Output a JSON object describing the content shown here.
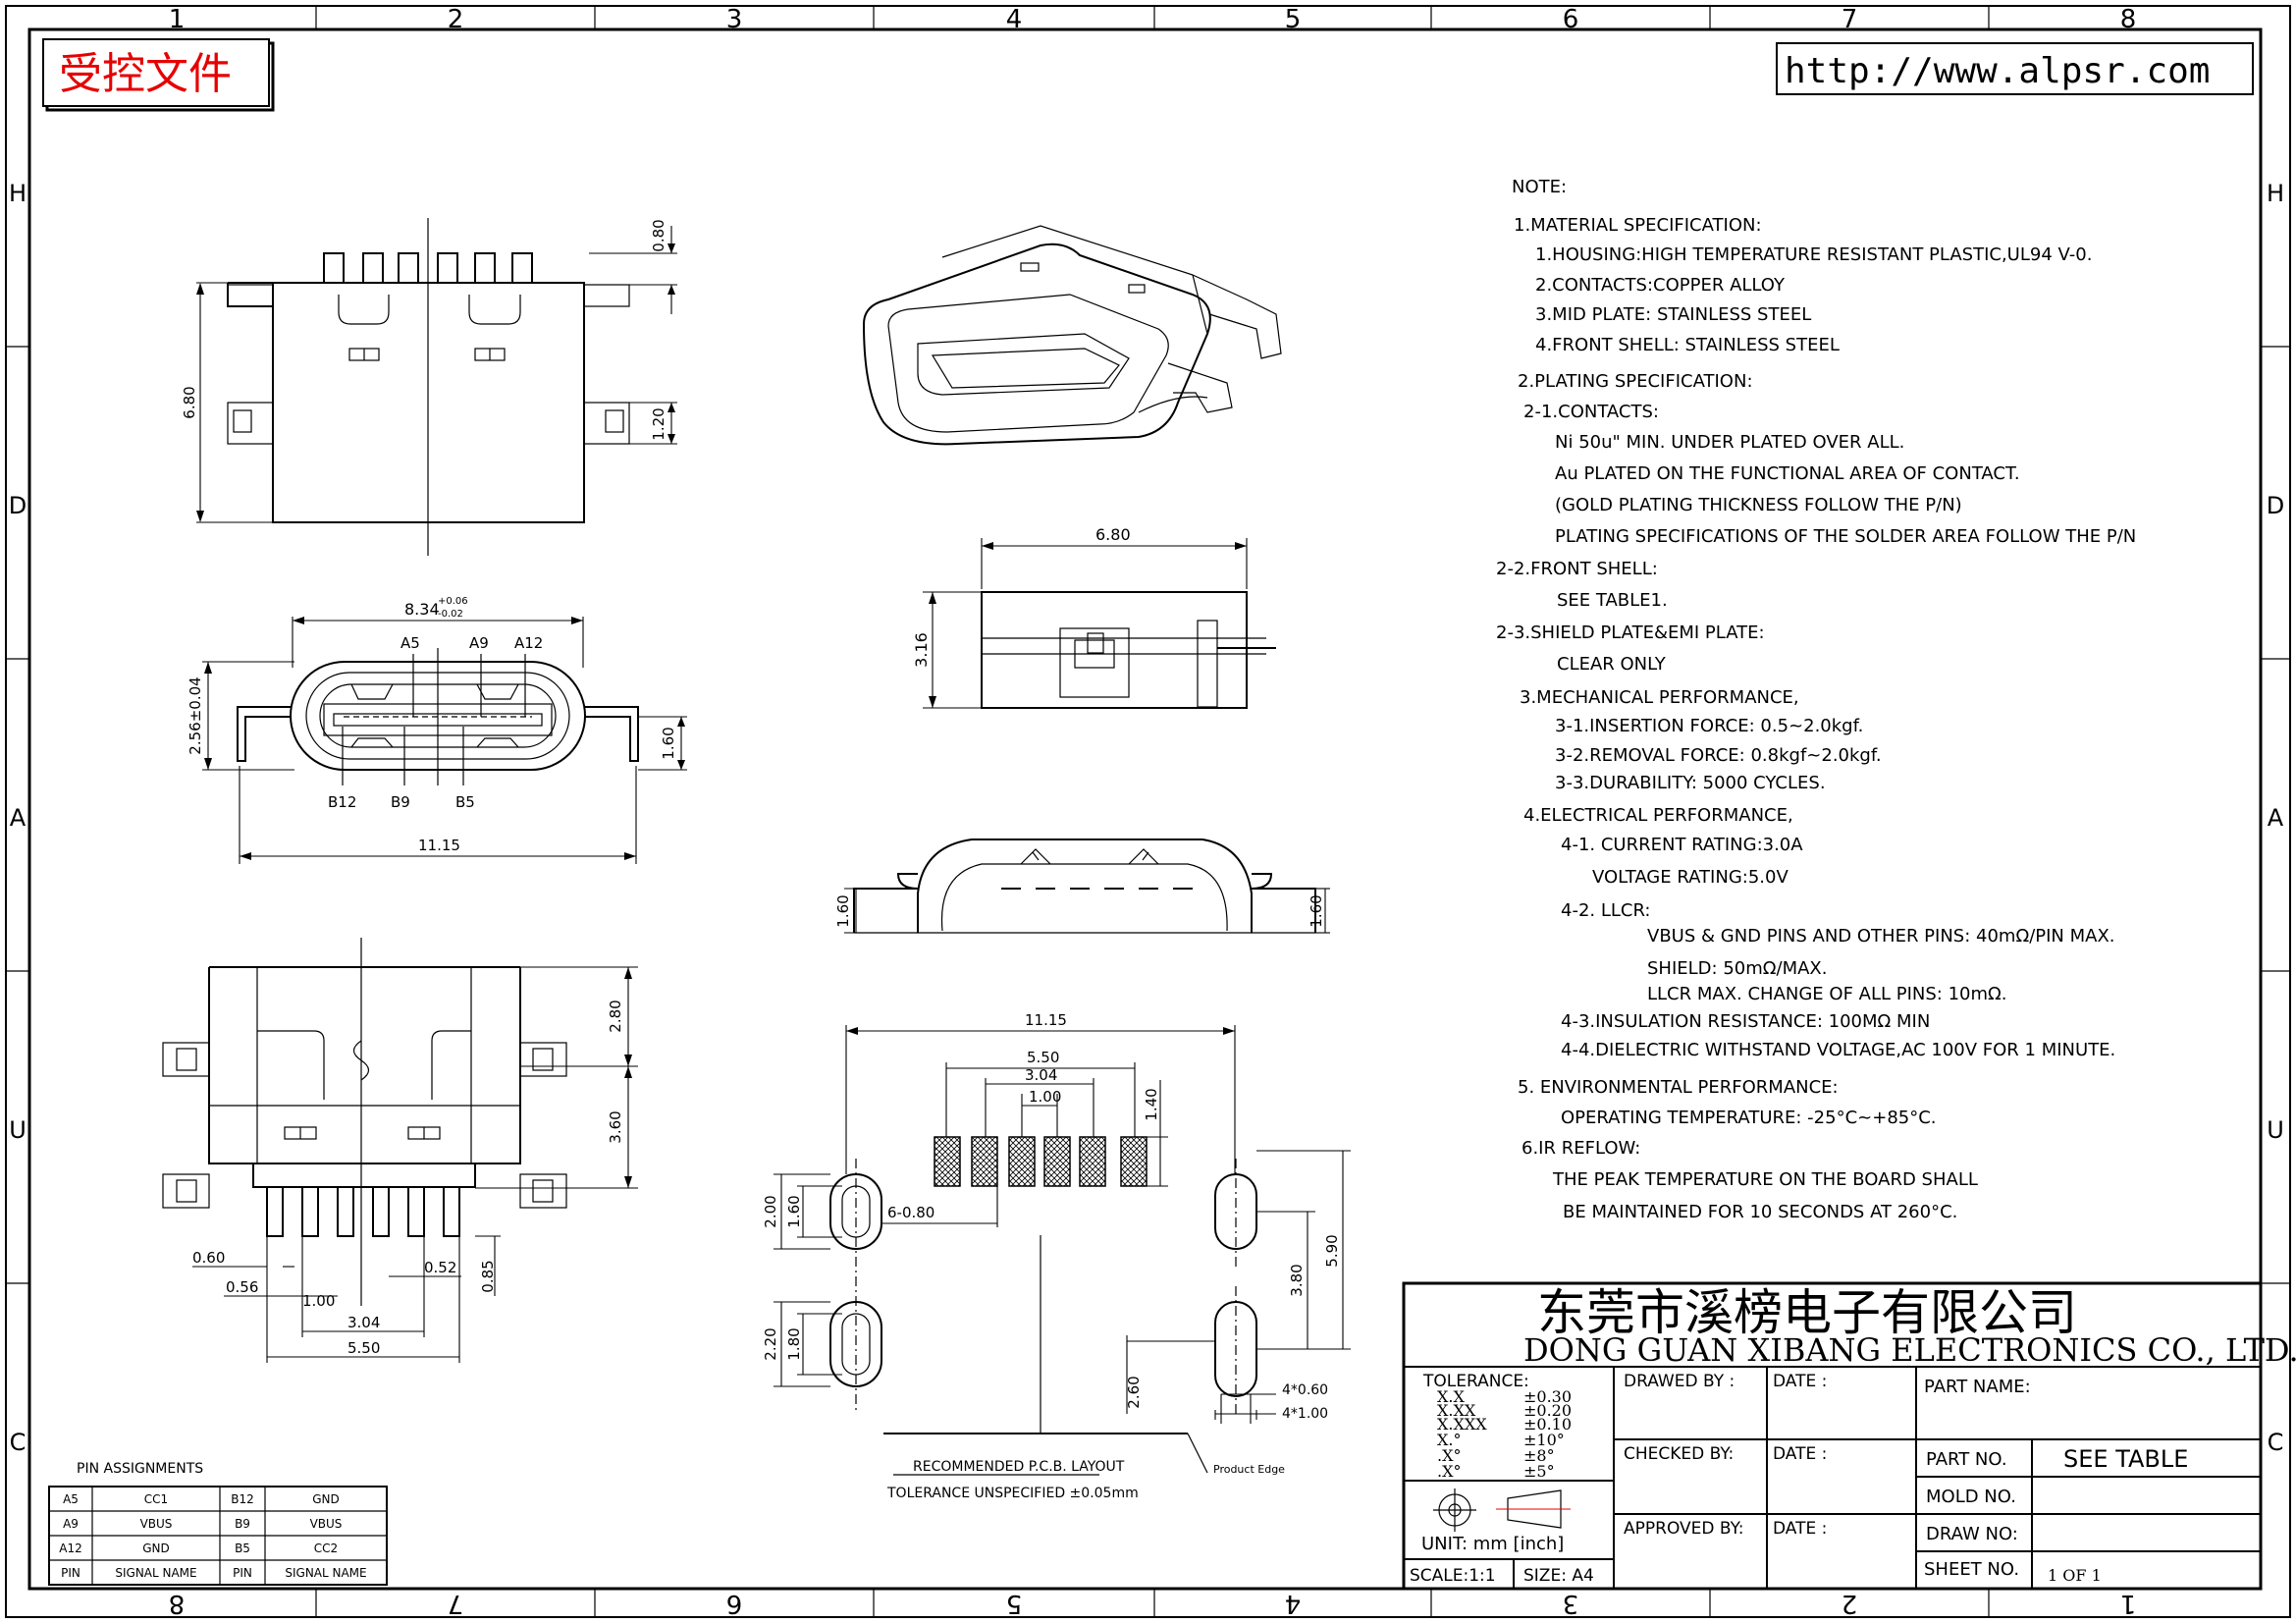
{
  "header": {
    "controlled_stamp": "受控文件",
    "url": "http://www.alpsr.com",
    "col_labels": [
      "1",
      "2",
      "3",
      "4",
      "5",
      "6",
      "7",
      "8"
    ],
    "row_labels": [
      "H",
      "D",
      "A",
      "U",
      "C"
    ]
  },
  "dims_top": {
    "d080": "0.80",
    "d680": "6.80",
    "d120": "1.20"
  },
  "dims_front": {
    "width": "8.34",
    "tol_plus": "+0.06",
    "tol_minus": "-0.02",
    "a5": "A5",
    "a9": "A9",
    "a12": "A12",
    "b12": "B12",
    "b9": "B9",
    "b5": "B5",
    "h256": "2.56±0.04",
    "h160": "1.60",
    "w1115": "11.15"
  },
  "dims_side": {
    "w680": "6.80",
    "h316": "3.16"
  },
  "dims_rear": {
    "l160": "1.60",
    "r160": "1.60"
  },
  "dims_bottom": {
    "d280": "2.80",
    "d360": "3.60",
    "d060": "0.60",
    "d056": "0.56",
    "d100": "1.00",
    "d052": "0.52",
    "d085": "0.85",
    "d304": "3.04",
    "d550": "5.50"
  },
  "pcb": {
    "d1115": "11.15",
    "d550": "5.50",
    "d304": "3.04",
    "d100": "1.00",
    "d140": "1.40",
    "d200": "2.00",
    "d160": "1.60",
    "d680": "6-0.80",
    "d220": "2.20",
    "d180": "1.80",
    "d260": "2.60",
    "d380": "3.80",
    "d590": "5.90",
    "d460": "4*0.60",
    "d4100": "4*1.00",
    "title": "RECOMMENDED  P.C.B. LAYOUT",
    "tolerance": "TOLERANCE UNSPECIFIED ±0.05mm",
    "edge": "Product Edge"
  },
  "notes": [
    "NOTE:",
    "1.MATERIAL SPECIFICATION:",
    "1.HOUSING:HIGH TEMPERATURE RESISTANT PLASTIC,UL94 V-0.",
    "2.CONTACTS:COPPER ALLOY",
    "3.MID PLATE: STAINLESS STEEL",
    "4.FRONT SHELL: STAINLESS STEEL",
    "2.PLATING SPECIFICATION:",
    "2-1.CONTACTS:",
    "Ni 50u\" MIN. UNDER PLATED OVER ALL.",
    "Au PLATED ON THE FUNCTIONAL AREA OF CONTACT.",
    "(GOLD PLATING THICKNESS FOLLOW THE P/N)",
    "PLATING SPECIFICATIONS OF THE SOLDER AREA FOLLOW THE P/N",
    "2-2.FRONT SHELL:",
    "SEE TABLE1.",
    "2-3.SHIELD PLATE&EMI PLATE:",
    "CLEAR ONLY",
    "3.MECHANICAL PERFORMANCE,",
    "3-1.INSERTION FORCE: 0.5~2.0kgf.",
    "3-2.REMOVAL FORCE: 0.8kgf~2.0kgf.",
    "3-3.DURABILITY: 5000 CYCLES.",
    "4.ELECTRICAL PERFORMANCE,",
    "4-1. CURRENT RATING:3.0A",
    "VOLTAGE RATING:5.0V",
    "4-2. LLCR:",
    "VBUS & GND PINS AND OTHER PINS: 40mΩ/PIN MAX.",
    "SHIELD: 50mΩ/MAX.",
    "LLCR MAX. CHANGE OF ALL PINS: 10mΩ.",
    "4-3.INSULATION RESISTANCE: 100MΩ  MIN",
    "4-4.DIELECTRIC WITHSTAND VOLTAGE,AC 100V FOR 1 MINUTE.",
    "5. ENVIRONMENTAL PERFORMANCE:",
    "OPERATING TEMPERATURE: -25°C~+85°C.",
    "6.IR REFLOW:",
    "THE PEAK TEMPERATURE ON THE BOARD SHALL",
    "BE MAINTAINED FOR 10 SECONDS AT 260°C."
  ],
  "pins": {
    "title": "PIN ASSIGNMENTS",
    "rows": [
      [
        "A5",
        "CC1",
        "B12",
        "GND"
      ],
      [
        "A9",
        "VBUS",
        "B9",
        "VBUS"
      ],
      [
        "A12",
        "GND",
        "B5",
        "CC2"
      ],
      [
        "PIN",
        "SIGNAL NAME",
        "PIN",
        "SIGNAL NAME"
      ]
    ]
  },
  "title_block": {
    "company_cn": "东莞市溪榜电子有限公司",
    "company_en": "DONG GUAN XIBANG ELECTRONICS CO., LTD.",
    "tolerance_label": "TOLERANCE:",
    "tol_rows": [
      [
        "X.X",
        "±0.30"
      ],
      [
        "X.XX",
        "±0.20"
      ],
      [
        "X.XXX",
        "±0.10"
      ],
      [
        "X.°",
        "±10°"
      ],
      [
        ".X°",
        "±8°"
      ],
      [
        ".X°",
        "±5°"
      ]
    ],
    "drawn_by": "DRAWED BY :",
    "checked_by": "CHECKED BY:",
    "approved_by": "APPROVED BY:",
    "date": "DATE :",
    "part_name": "PART NAME:",
    "part_no": "PART NO.",
    "part_no_value": "SEE TABLE",
    "mold_no": "MOLD NO.",
    "draw_no": "DRAW NO:",
    "sheet_no": "SHEET NO.",
    "sheet_value": "1 OF 1",
    "unit": "UNIT:  mm  [inch]",
    "scale": "SCALE:1:1",
    "size": "SIZE: A4"
  }
}
